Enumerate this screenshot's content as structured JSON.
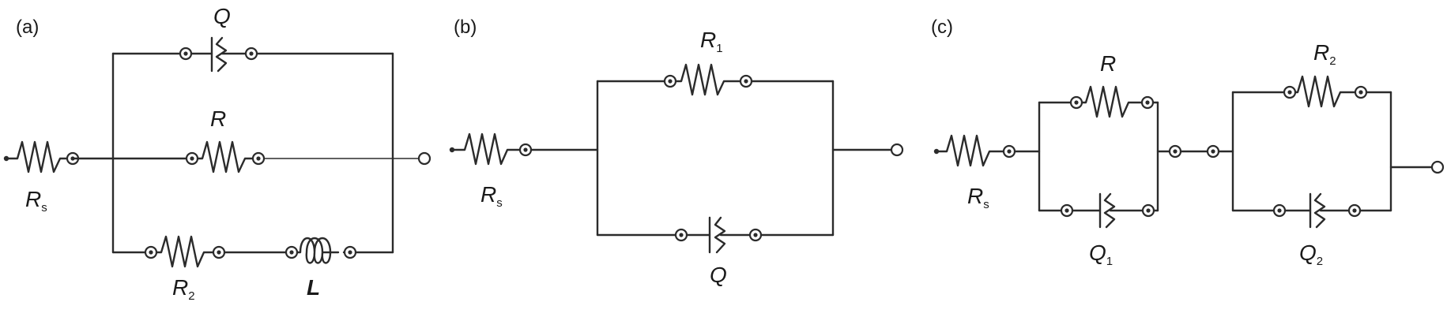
{
  "panels": [
    {
      "label": "(a)",
      "components": {
        "rs": {
          "letter": "R",
          "sub": "s"
        },
        "q": {
          "letter": "Q",
          "sub": ""
        },
        "r": {
          "letter": "R",
          "sub": ""
        },
        "r2": {
          "letter": "R",
          "sub": "2"
        },
        "l": {
          "letter": "L",
          "sub": ""
        }
      }
    },
    {
      "label": "(b)",
      "components": {
        "rs": {
          "letter": "R",
          "sub": "s"
        },
        "r1": {
          "letter": "R",
          "sub": "1"
        },
        "q": {
          "letter": "Q",
          "sub": ""
        }
      }
    },
    {
      "label": "(c)",
      "components": {
        "rs": {
          "letter": "R",
          "sub": "s"
        },
        "r": {
          "letter": "R",
          "sub": ""
        },
        "q1": {
          "letter": "Q",
          "sub": "1"
        },
        "r2": {
          "letter": "R",
          "sub": "2"
        },
        "q2": {
          "letter": "Q",
          "sub": "2"
        }
      }
    }
  ]
}
